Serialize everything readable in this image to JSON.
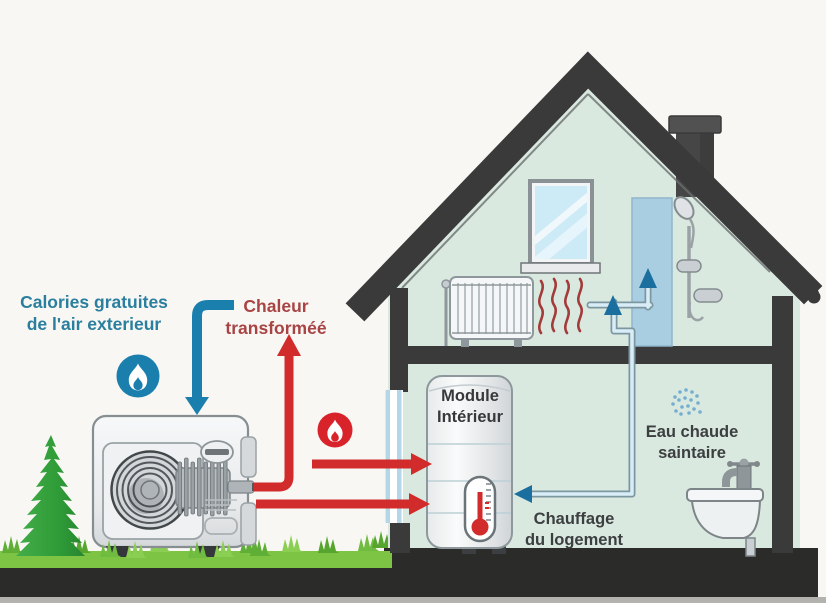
{
  "scene": {
    "labels": {
      "outside_air": {
        "line1": "Calories gratuites",
        "line2": "de l'air exterieur"
      },
      "transformed_heat": {
        "line1": "Chaleur",
        "line2": "transforméé"
      },
      "indoor_module": {
        "line1": "Module",
        "line2": "Intérieur"
      },
      "sanitary_hot_water": {
        "line1": "Eau chaude",
        "line2": "saintaire"
      },
      "home_heating": {
        "line1": "Chauffage",
        "line2": "du logement"
      }
    },
    "icons": {
      "outside_air_badge": "flame-badge-blue",
      "transformed_heat_badge": "flame-badge-red",
      "thermometer": "thermometer",
      "shower": "shower-head",
      "faucet": "faucet",
      "radiator": "radiator",
      "outside_air_arrow": "arrow-down-blue",
      "transformed_heat_arrow": "arrow-up-red",
      "heat_into_tank_arrows": "arrows-right-red",
      "heating_return_arrow": "arrow-left-blue",
      "riser_arrows": "arrows-up-blue"
    },
    "colors": {
      "background": "#f8f7f4",
      "house_wall": "#d9e9df",
      "roof": "#3a3a3a",
      "ground": "#2b2b29",
      "grass": "#7dc344",
      "tree": "#2f9c38",
      "shower_panel": "#a9cee2",
      "glass": "#cdeaf7",
      "arrow_red": "#d22b2b",
      "arrow_blue": "#1b7fad",
      "pipe_arrow": "#1a6f9e",
      "badge_red": "#d8232a",
      "badge_blue": "#1b7fad",
      "label_blue": "#2a7f9e",
      "label_red": "#a84444",
      "label_dark": "#3c3e40",
      "pipe": "#d9edf7",
      "pipe_edge": "#7d97a1"
    }
  }
}
